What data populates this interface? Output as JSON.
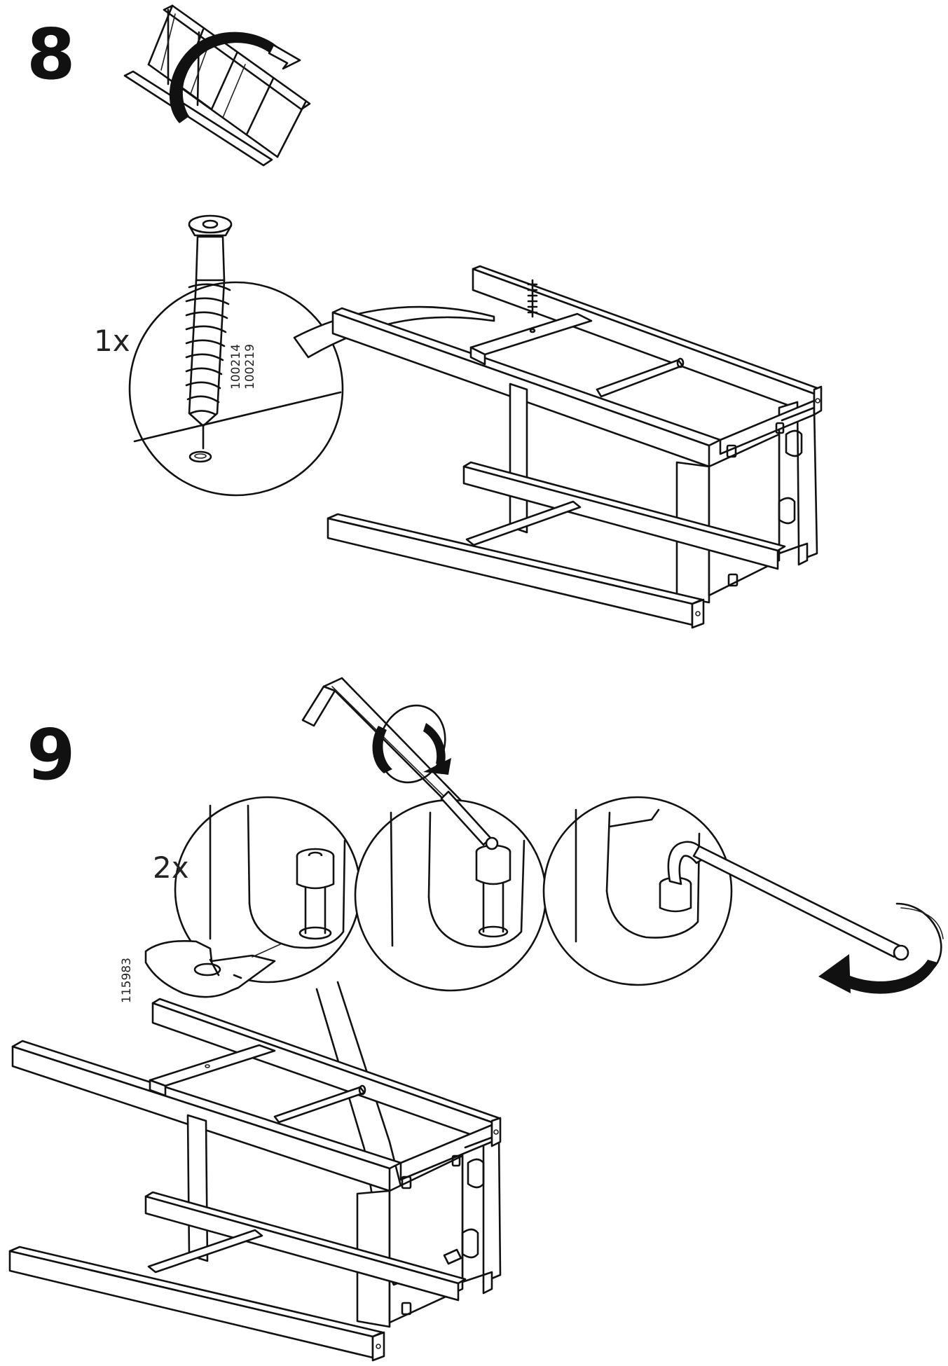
{
  "steps": [
    {
      "number": "8",
      "quantity": "1x",
      "part_numbers": [
        "100214",
        "100219"
      ],
      "icons": [
        "flip-chair-icon",
        "screw-icon"
      ]
    },
    {
      "number": "9",
      "quantity": "2x",
      "part_numbers": [
        "115983"
      ],
      "icons": [
        "allen-key-icon",
        "rotate-arrow-icon",
        "bracket-fitting-icon"
      ]
    }
  ]
}
